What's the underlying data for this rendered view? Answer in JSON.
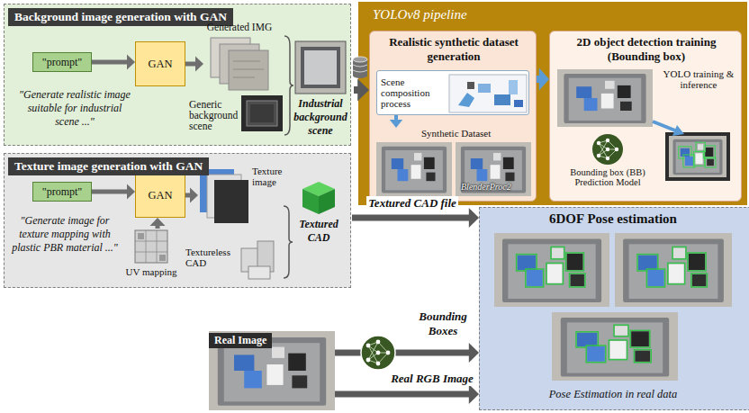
{
  "diagram": {
    "nodes": [
      {
        "text": [
          "Background image generation with GAN"
        ]
      },
      {
        "text": [
          "\"prompt\""
        ],
        "in": 0
      },
      {
        "text": [
          "GAN"
        ],
        "in": 0
      },
      {
        "text": [
          "Generated IMG"
        ],
        "in": 0
      },
      {
        "text": [
          "Generic background scene"
        ],
        "in": 0
      },
      {
        "text": [
          "Industrial background scene"
        ],
        "in": 0
      },
      {
        "text": [
          "YOLOv8 pipeline"
        ]
      },
      {
        "text": [
          "Realistic synthetic dataset generation"
        ],
        "in": 6
      },
      {
        "text": [
          "Scene composition process"
        ],
        "in": 7
      },
      {
        "text": [
          "Synthetic Dataset"
        ],
        "in": 7
      },
      {
        "text": [
          "2D object detection training (Bounding box)"
        ],
        "in": 6
      },
      {
        "text": [
          "Bounding box (BB) Prediction Model"
        ],
        "in": 10
      },
      {
        "text": [
          "Texture image generation with GAN"
        ]
      },
      {
        "text": [
          "\"prompt\""
        ],
        "in": 12
      },
      {
        "text": [
          "GAN"
        ],
        "in": 12
      },
      {
        "text": [
          "UV mapping"
        ],
        "in": 12
      },
      {
        "text": [
          "Texture image"
        ],
        "in": 12
      },
      {
        "text": [
          "Textureless CAD"
        ],
        "in": 12
      },
      {
        "text": [
          "Textured CAD"
        ],
        "in": 12
      },
      {
        "text": [
          "Real Image"
        ]
      },
      {
        "text": [
          "6DOF Pose estimation",
          "Pose Estimation in real data"
        ]
      }
    ],
    "edges": [
      {
        "from": 1,
        "to": 2,
        "arrow": "to"
      },
      {
        "from": 2,
        "to": 3,
        "arrow": "to"
      },
      {
        "from": 5,
        "to": 7,
        "arrow": "to"
      },
      {
        "from": 8,
        "to": 9,
        "arrow": "to"
      },
      {
        "from": 7,
        "to": 10,
        "arrow": "to"
      },
      {
        "from": 13,
        "to": 14,
        "arrow": "to"
      },
      {
        "from": 15,
        "to": 14,
        "arrow": "to"
      },
      {
        "from": 14,
        "to": 16,
        "arrow": "to"
      },
      {
        "from": 18,
        "to": 20,
        "label": "Textured CAD file",
        "arrow": "to"
      },
      {
        "from": 19,
        "to": 20,
        "label": "Bounding Boxes",
        "arrow": "to"
      },
      {
        "from": 19,
        "to": 20,
        "label": "Real RGB Image",
        "arrow": "to"
      }
    ],
    "labels": [
      "\"Generate realistic image suitable for industrial scene ...\"",
      "BlenderProc2",
      "YOLO training & inference",
      "\"Generate image for texture mapping with plastic PBR material ...\""
    ]
  }
}
